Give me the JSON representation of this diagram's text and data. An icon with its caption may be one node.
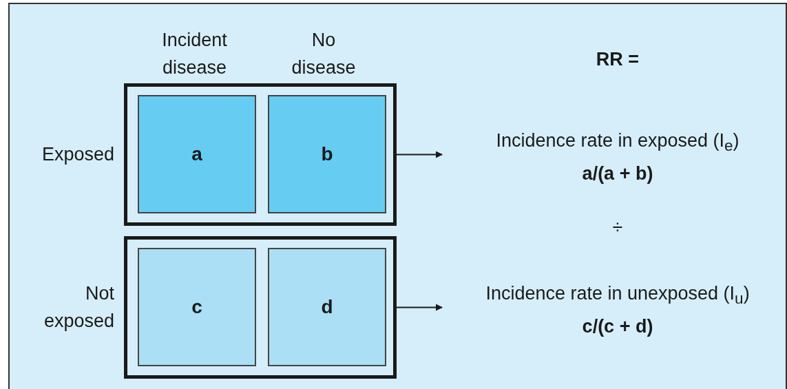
{
  "diagram": {
    "nodes": [
      {
        "text": [],
        "shape": "box"
      },
      {
        "text": [
          "a"
        ],
        "in": 0
      },
      {
        "text": [
          "b"
        ],
        "in": 0
      },
      {
        "text": [
          "Incidence rate in exposed (I$_{e}$)",
          "a/(a + b)"
        ]
      },
      {
        "text": [],
        "shape": "box"
      },
      {
        "text": [
          "c"
        ],
        "in": 4
      },
      {
        "text": [
          "d"
        ],
        "in": 4
      },
      {
        "text": [
          "Incidence rate in unexposed (I$_{u}$)",
          "c/(c + d)"
        ]
      }
    ],
    "edges": [
      {
        "from": 0,
        "to": 3,
        "arrow": "to"
      },
      {
        "from": 4,
        "to": 7,
        "arrow": "to"
      }
    ],
    "labels": [
      "Incident disease",
      "No disease",
      "RR =",
      "Exposed",
      "÷",
      "Not exposed"
    ]
  }
}
